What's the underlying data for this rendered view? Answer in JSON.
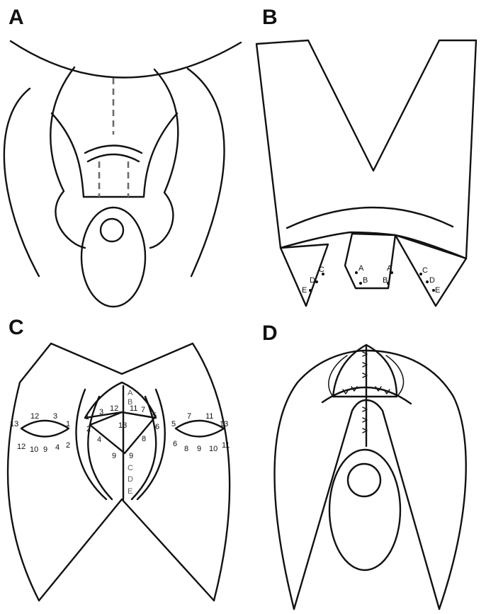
{
  "panels": {
    "a": {
      "label": "A"
    },
    "b": {
      "label": "B",
      "points": [
        "A",
        "B",
        "C",
        "D",
        "E"
      ]
    },
    "c": {
      "label": "C",
      "sutures": [
        "A",
        "B",
        "C",
        "D",
        "E"
      ],
      "numbers": [
        "1",
        "2",
        "3",
        "4",
        "5",
        "6",
        "7",
        "8",
        "9",
        "10",
        "11",
        "12",
        "13"
      ]
    },
    "d": {
      "label": "D"
    }
  }
}
